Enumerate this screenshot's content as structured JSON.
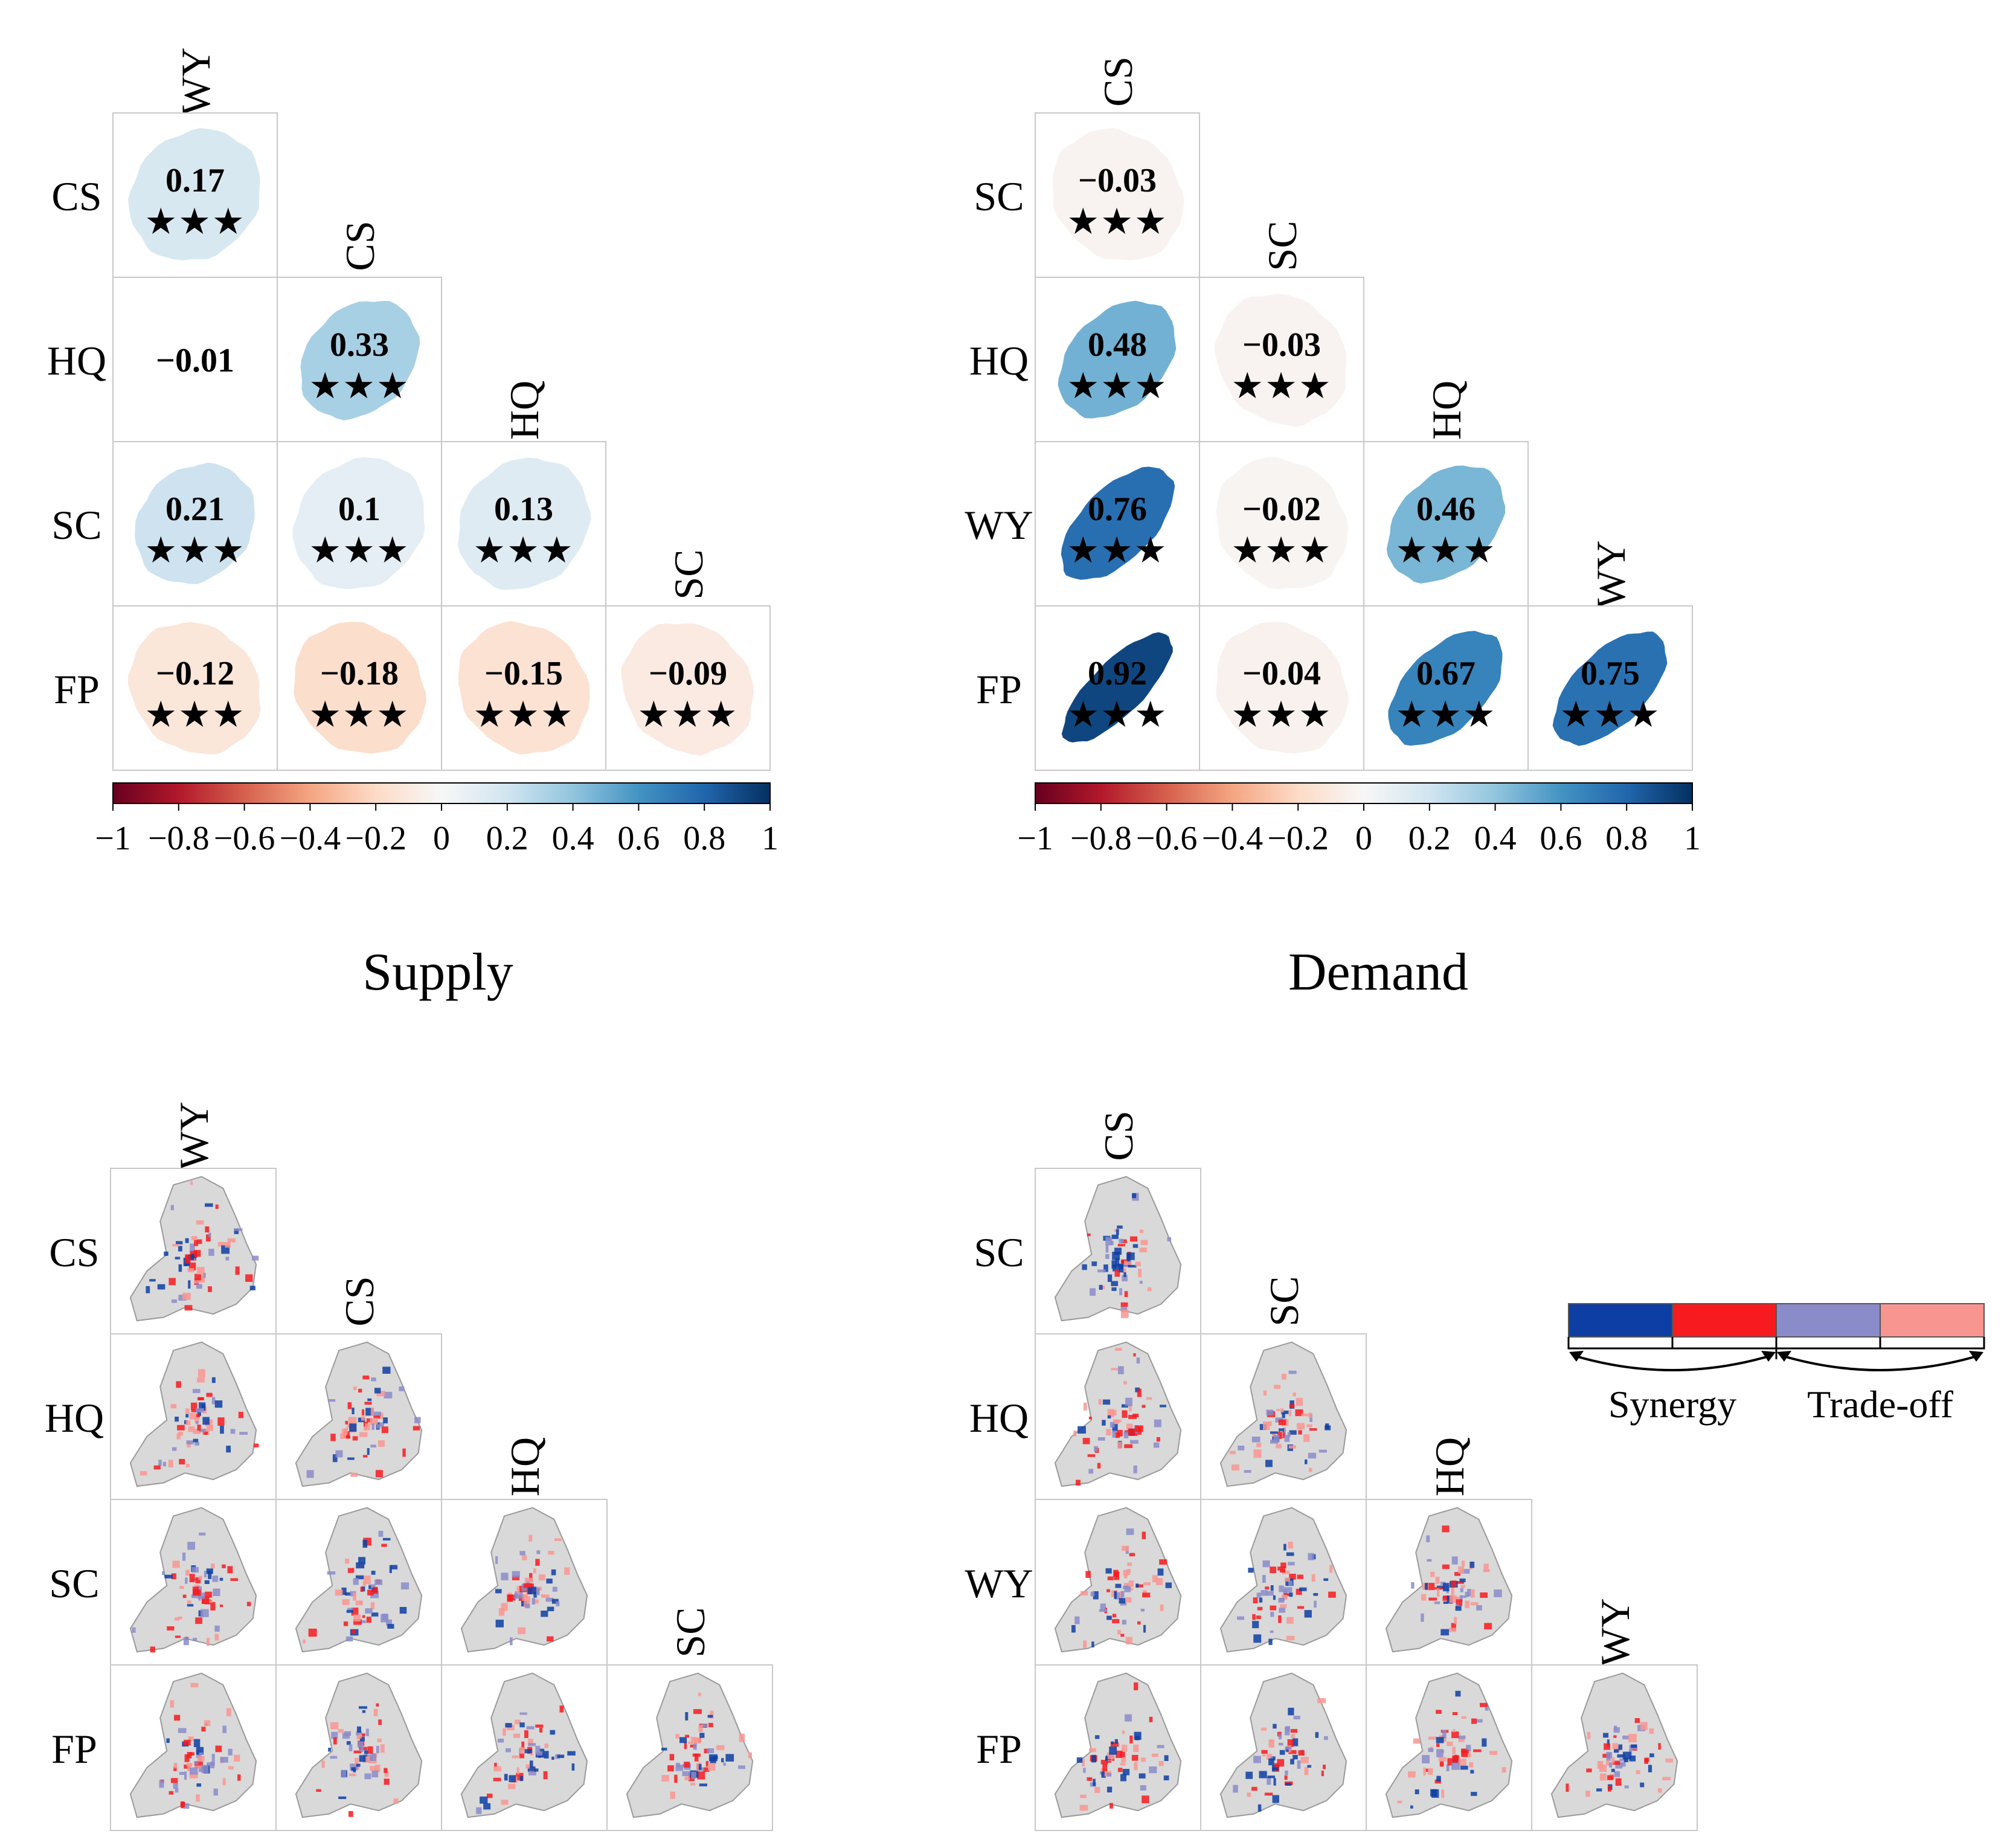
{
  "chart_data": [
    {
      "type": "heatmap",
      "panel": "supply-correlation",
      "row_labels": [
        "CS",
        "HQ",
        "SC",
        "FP"
      ],
      "col_labels": [
        "WY",
        "CS",
        "HQ",
        "SC"
      ],
      "cells": [
        {
          "row": 0,
          "col": 0,
          "value": 0.17,
          "label": "0.17",
          "stars": "★★★"
        },
        {
          "row": 1,
          "col": 0,
          "value": -0.01,
          "label": "−0.01",
          "stars": ""
        },
        {
          "row": 1,
          "col": 1,
          "value": 0.33,
          "label": "0.33",
          "stars": "★★★"
        },
        {
          "row": 2,
          "col": 0,
          "value": 0.21,
          "label": "0.21",
          "stars": "★★★"
        },
        {
          "row": 2,
          "col": 1,
          "value": 0.1,
          "label": "0.1",
          "stars": "★★★"
        },
        {
          "row": 2,
          "col": 2,
          "value": 0.13,
          "label": "0.13",
          "stars": "★★★"
        },
        {
          "row": 3,
          "col": 0,
          "value": -0.12,
          "label": "−0.12",
          "stars": "★★★"
        },
        {
          "row": 3,
          "col": 1,
          "value": -0.18,
          "label": "−0.18",
          "stars": "★★★"
        },
        {
          "row": 3,
          "col": 2,
          "value": -0.15,
          "label": "−0.15",
          "stars": "★★★"
        },
        {
          "row": 3,
          "col": 3,
          "value": -0.09,
          "label": "−0.09",
          "stars": "★★★"
        }
      ],
      "colorbar": {
        "range": [
          -1,
          1
        ],
        "ticks": [
          "−1",
          "−0.8",
          "−0.6",
          "−0.4",
          "−0.2",
          "0",
          "0.2",
          "0.4",
          "0.6",
          "0.8",
          "1"
        ]
      }
    },
    {
      "type": "heatmap",
      "panel": "demand-correlation",
      "row_labels": [
        "SC",
        "HQ",
        "WY",
        "FP"
      ],
      "col_labels": [
        "CS",
        "SC",
        "HQ",
        "WY"
      ],
      "cells": [
        {
          "row": 0,
          "col": 0,
          "value": -0.03,
          "label": "−0.03",
          "stars": "★★★"
        },
        {
          "row": 1,
          "col": 0,
          "value": 0.48,
          "label": "0.48",
          "stars": "★★★"
        },
        {
          "row": 1,
          "col": 1,
          "value": -0.03,
          "label": "−0.03",
          "stars": "★★★"
        },
        {
          "row": 2,
          "col": 0,
          "value": 0.76,
          "label": "0.76",
          "stars": "★★★"
        },
        {
          "row": 2,
          "col": 1,
          "value": -0.02,
          "label": "−0.02",
          "stars": "★★★"
        },
        {
          "row": 2,
          "col": 2,
          "value": 0.46,
          "label": "0.46",
          "stars": "★★★"
        },
        {
          "row": 3,
          "col": 0,
          "value": 0.92,
          "label": "0.92",
          "stars": "★★★"
        },
        {
          "row": 3,
          "col": 1,
          "value": -0.04,
          "label": "−0.04",
          "stars": "★★★"
        },
        {
          "row": 3,
          "col": 2,
          "value": 0.67,
          "label": "0.67",
          "stars": "★★★"
        },
        {
          "row": 3,
          "col": 3,
          "value": 0.75,
          "label": "0.75",
          "stars": "★★★"
        }
      ],
      "colorbar": {
        "range": [
          -1,
          1
        ],
        "ticks": [
          "−1",
          "−0.8",
          "−0.6",
          "−0.4",
          "−0.2",
          "0",
          "0.2",
          "0.4",
          "0.6",
          "0.8",
          "1"
        ]
      }
    }
  ],
  "section_titles": {
    "supply": "Supply",
    "demand": "Demand"
  },
  "maps": {
    "supply": {
      "row_labels": [
        "CS",
        "HQ",
        "SC",
        "FP"
      ],
      "col_labels": [
        "WY",
        "CS",
        "HQ",
        "SC"
      ]
    },
    "demand": {
      "row_labels": [
        "SC",
        "HQ",
        "WY",
        "FP"
      ],
      "col_labels": [
        "CS",
        "SC",
        "HQ",
        "WY"
      ]
    }
  },
  "legend": {
    "synergy_label": "Synergy",
    "tradeoff_label": "Trade-off",
    "colors": [
      "#0d3ea3",
      "#f71a1e",
      "#8a8bc9",
      "#f99590"
    ]
  },
  "colors": {
    "colormap": [
      "#67001f",
      "#b2182b",
      "#d6604d",
      "#f4a582",
      "#fddbc7",
      "#f7f7f7",
      "#d1e5f0",
      "#92c5de",
      "#4393c3",
      "#2166ac",
      "#053061"
    ],
    "map_synergy_strong": "#0d3ea3",
    "map_tradeoff_strong": "#f71a1e",
    "map_synergy_weak": "#8a8bc9",
    "map_tradeoff_weak": "#f99590",
    "map_background": "#d9d9d9"
  }
}
